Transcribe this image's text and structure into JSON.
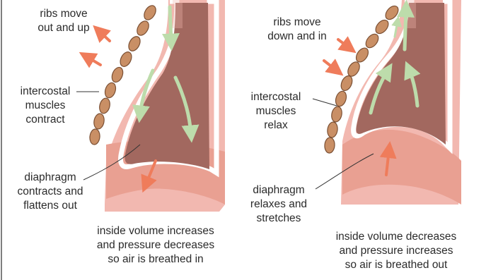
{
  "left_panel": {
    "ribs_label": "ribs move\nout and up",
    "muscles_label": "intercostal\nmuscles\ncontract",
    "diaphragm_label": "diaphragm\ncontracts and\nflattens out",
    "caption": "inside volume increases\nand pressure decreases\nso air is breathed in"
  },
  "right_panel": {
    "ribs_label": "ribs move\ndown and in",
    "muscles_label": "intercostal\nmuscles\nrelax",
    "diaphragm_label": "diaphragm\nrelaxes and\nstretches",
    "caption": "inside volume decreases\nand pressure increases\nso air is breathed out"
  },
  "colors": {
    "pleura_outer": "#f2b8b0",
    "lung_tissue": "#a2685f",
    "lung_rim": "#ffffff",
    "rib": "#c98f65",
    "airflow_arrow": "#bddcab",
    "movement_arrow": "#ef7c5b"
  }
}
